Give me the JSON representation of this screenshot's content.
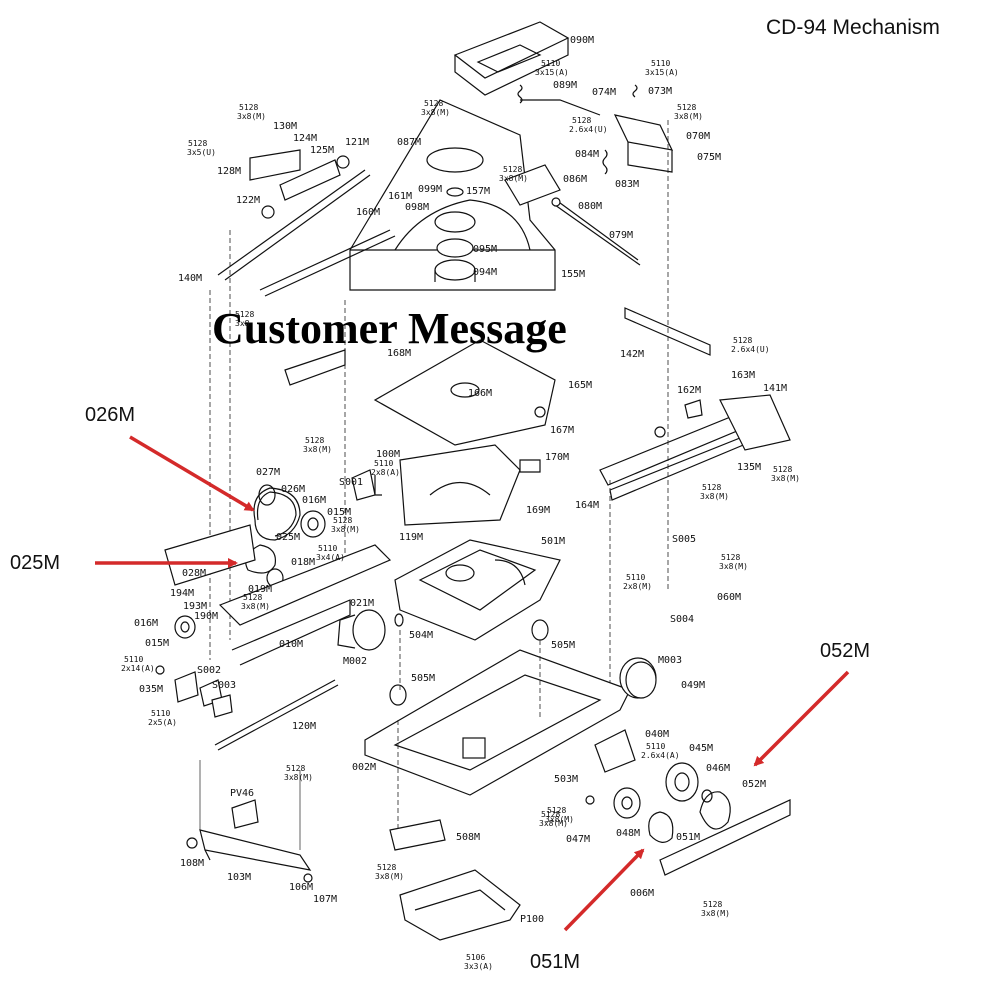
{
  "title": "CD-94 Mechanism",
  "overlay_message": "Customer Message",
  "callouts": {
    "c026": "026M",
    "c025": "025M",
    "c052": "052M",
    "c051": "051M"
  },
  "arrow_color": "#d42a2a",
  "parts": {
    "p090": "090M",
    "p089": "089M",
    "p074": "074M",
    "p073": "073M",
    "p070": "070M",
    "p075": "075M",
    "p084": "084M",
    "p083": "083M",
    "p086": "086M",
    "p080": "080M",
    "p079": "079M",
    "p087": "087M",
    "p099": "099M",
    "p157": "157M",
    "p098": "098M",
    "p095": "095M",
    "p094": "094M",
    "p155": "155M",
    "p130": "130M",
    "p128": "128M",
    "p124": "124M",
    "p125": "125M",
    "p121": "121M",
    "p122": "122M",
    "p161": "161M",
    "p160": "160M",
    "p140": "140M",
    "p142": "142M",
    "p163": "163M",
    "p162": "162M",
    "p141": "141M",
    "p135": "135M",
    "p168": "168M",
    "p166": "166M",
    "p165": "165M",
    "p167": "167M",
    "p100": "100M",
    "p170": "170M",
    "p164": "164M",
    "p169": "169M",
    "p027": "027M",
    "p026": "026M",
    "p016a": "016M",
    "p015a": "015M",
    "pS001": "S001",
    "p119": "119M",
    "p025": "025M",
    "p018": "018M",
    "p028": "028M",
    "p019": "019M",
    "p501": "501M",
    "pS005": "S005",
    "pS004": "S004",
    "p060": "060M",
    "p194": "194M",
    "p193": "193M",
    "p190": "190M",
    "p016b": "016M",
    "p015b": "015M",
    "p010": "010M",
    "p021": "021M",
    "p504": "504M",
    "p505a": "505M",
    "pM002": "M002",
    "pM003": "M003",
    "p049": "049M",
    "p505b": "505M",
    "p035": "035M",
    "pS002": "S002",
    "pS003": "S003",
    "p120": "120M",
    "p002": "002M",
    "p040": "040M",
    "p045": "045M",
    "p046": "046M",
    "p052": "052M",
    "p503": "503M",
    "p047": "047M",
    "p048": "048M",
    "p051": "051M",
    "p006": "006M",
    "pPV46": "PV46",
    "p108": "108M",
    "p103": "103M",
    "p106": "106M",
    "p107": "107M",
    "p508": "508M",
    "pP100": "P100"
  },
  "screws": {
    "s_110_3x15a_1": "5110",
    "s_110_3x15a_1b": "3x15(A)",
    "s_110_3x15a_2": "5110",
    "s_110_3x15a_2b": "3x15(A)",
    "s_128_3x8m_a": "5128",
    "s_128_3x8m_ab": "3x8(M)",
    "s_128_3x8m_b": "5128",
    "s_128_3x8m_bb": "3x8(M)",
    "s_128_26x4u_a": "5128",
    "s_128_26x4u_ab": "2.6x4(U)",
    "s_128_3x8m_c": "5128",
    "s_128_3x8m_cb": "3x8(M)",
    "s_128_3x5u": "5128",
    "s_128_3x5ub": "3x5(U)",
    "s_128_3x8m_d": "5128",
    "s_128_3x8m_db": "3x8(M)",
    "s_128_3x8_e": "5128",
    "s_128_3x8_eb": "3x8",
    "s_128_26x4u_b": "5128",
    "s_128_26x4u_bb": "2.6x4(U)",
    "s_128_3x8m_f": "5128",
    "s_128_3x8m_fb": "3x8(M)",
    "s_110_28a": "5110",
    "s_110_28ab": "2x8(A)",
    "s_128_3x8m_g": "5128",
    "s_128_3x8m_gb": "3x8(M)",
    "s_128_3x8m_h": "5128",
    "s_128_3x8m_hb": "3x8(M)",
    "s_128_3x8m_i": "5128",
    "s_128_3x8m_ib": "3x8(M)",
    "s_110_34a": "5110",
    "s_110_34ab": "3x4(A)",
    "s_110_28m": "5110",
    "s_110_28mb": "2x8(M)",
    "s_128_3x8m_j": "5128",
    "s_128_3x8m_jb": "3x8(M)",
    "s_128_3x8m_k": "5128",
    "s_128_3x8m_kb": "3x8(M)",
    "s_110_214a": "5110",
    "s_110_214ab": "2x14(A)",
    "s_110_25a": "5110",
    "s_110_25ab": "2x5(A)",
    "s_110_26x4a": "5110",
    "s_110_26x4ab": "2.6x4(A)",
    "s_128_3x8m_l": "5128",
    "s_128_3x8m_lb": "3x8(M)",
    "s_128_3x8m_m": "5128",
    "s_128_3x8m_mb": "3x8(M)",
    "s_128_3x8m_n": "5128",
    "s_128_3x8m_nb": "3x8(M)",
    "s_128_3x8m_o": "5128",
    "s_128_3x8m_ob": "3x8(M)",
    "s_106_3x3a": "5106",
    "s_106_3x3ab": "3x3(A)",
    "s_128_3x8m_p": "5128",
    "s_128_3x8m_pb": "3x8(M)"
  }
}
